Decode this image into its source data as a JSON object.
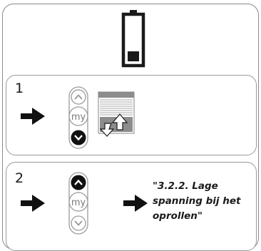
{
  "header": {
    "icon": "battery-low-icon"
  },
  "steps": [
    {
      "number": "1",
      "actions": [
        "right-arrow-icon",
        "remote-down-button-highlighted",
        "blind-reverse-direction-icon"
      ]
    },
    {
      "number": "2",
      "actions": [
        "right-arrow-icon",
        "remote-up-button-highlighted",
        "right-arrow-icon"
      ],
      "message": "\"3.2.2. Lage\nspanning bij het\noprollen\""
    }
  ],
  "remote": {
    "my_label": "my"
  },
  "colors": {
    "border": "#8a8a8a",
    "ink": "#1a1a1a",
    "remote_outline": "#9a9a9a",
    "blind_gray": "#8c8c8c"
  }
}
